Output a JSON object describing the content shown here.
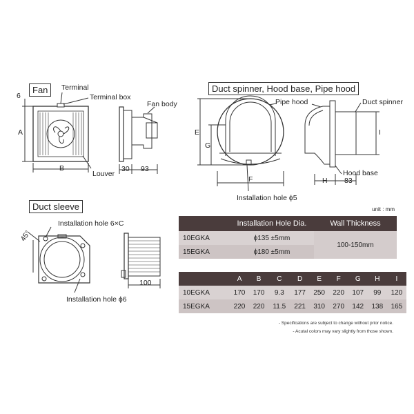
{
  "fan_section": {
    "title": "Fan",
    "terminal": "Terminal",
    "terminal_box": "Terminal box",
    "fan_body": "Fan body",
    "louver": "Louver",
    "dim_6": "6",
    "dim_a": "A",
    "dim_b": "B",
    "dim_30": "30",
    "dim_93": "93"
  },
  "duct_section": {
    "title": "Duct spinner, Hood base, Pipe hood",
    "pipe_hood": "Pipe hood",
    "duct_spinner": "Duct spinner",
    "hood_base": "Hood base",
    "installation_hole": "Installation hole ϕ5",
    "dim_e": "E",
    "dim_g": "G",
    "dim_f": "F",
    "dim_h": "H",
    "dim_83": "83",
    "dim_i": "I"
  },
  "sleeve_section": {
    "title": "Duct sleeve",
    "installation_hole_6c": "Installation hole 6×C",
    "installation_hole_6": "Installation hole ϕ6",
    "angle": "45°",
    "dim_100": "100"
  },
  "unit_label": "unit : mm",
  "install_table": {
    "headers": [
      "",
      "Installation Hole Dia.",
      "Wall Thickness"
    ],
    "rows": [
      {
        "model": "10EGKA",
        "hole": "ϕ135 ±5mm"
      },
      {
        "model": "15EGKA",
        "hole": "ϕ180 ±5mm"
      }
    ],
    "wall": "100-150mm"
  },
  "dim_table": {
    "headers": [
      "",
      "A",
      "B",
      "C",
      "D",
      "E",
      "F",
      "G",
      "H",
      "I"
    ],
    "rows": [
      [
        "10EGKA",
        "170",
        "170",
        "9.3",
        "177",
        "250",
        "220",
        "107",
        "99",
        "120"
      ],
      [
        "15EGKA",
        "220",
        "220",
        "11.5",
        "221",
        "310",
        "270",
        "142",
        "138",
        "165"
      ]
    ]
  },
  "notes": [
    "- Specifications are subject to change without prior notice.",
    "- Acutal colors may vary slightly from those shown."
  ],
  "colors": {
    "table_header": "#4a3c3c",
    "table_row_a": "#d9d2d2",
    "table_row_b": "#cdc4c4"
  }
}
